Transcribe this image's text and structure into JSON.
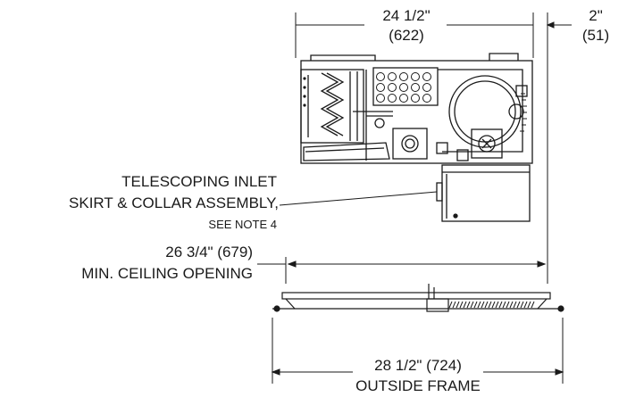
{
  "dims": {
    "unit_width_in": "24 1/2\"",
    "unit_width_mm": "(622)",
    "side_gap_in": "2\"",
    "side_gap_mm": "(51)",
    "ceiling_opening_dim": "26 3/4\" (679)",
    "ceiling_opening_text": "MIN. CEILING OPENING",
    "outside_frame_dim": "28 1/2\" (724)",
    "outside_frame_text": "OUTSIDE FRAME"
  },
  "callout": {
    "line1": "TELESCOPING INLET",
    "line2": "SKIRT & COLLAR ASSEMBLY,",
    "line3": "SEE NOTE 4"
  },
  "colors": {
    "line": "#1a1a1a",
    "gray": "#555555",
    "fill": "#ffffff"
  }
}
